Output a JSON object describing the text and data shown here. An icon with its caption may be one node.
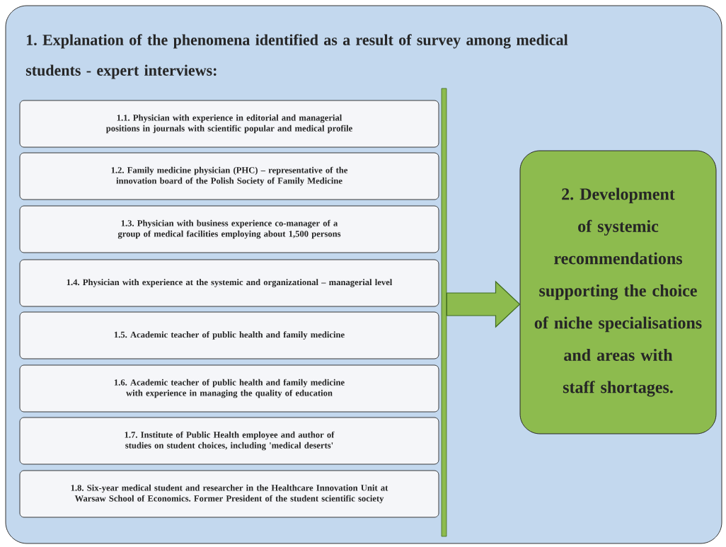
{
  "diagram": {
    "nodes": [
      {
        "text": [
          "1. Explanation of the phenomena identified as a result of survey among medical students - expert interviews:"
        ]
      },
      {
        "text": [
          "1.1. Physician with experience in editorial and managerial positions in journals with scientific popular and medical profile"
        ],
        "in": 0
      },
      {
        "text": [
          "1.2.  Family medicine physician (PHC) – representative of the innovation board of the Polish Society of Family Medicine"
        ],
        "in": 0
      },
      {
        "text": [
          "1.3. Physician with business experience co-manager of a group of medical facilities employing about 1,500 persons"
        ],
        "in": 0
      },
      {
        "text": [
          "1.4. Physician with experience at the systemic and organizational – managerial level"
        ],
        "in": 0
      },
      {
        "text": [
          "1.5. Academic teacher of public health and family medicine"
        ],
        "in": 0
      },
      {
        "text": [
          "1.6. Academic teacher of public health and family medicine with experience in managing the quality of education"
        ],
        "in": 0
      },
      {
        "text": [
          "1.7. Institute of Public Health employee and author of studies on student choices, including 'medical deserts'"
        ],
        "in": 0
      },
      {
        "text": [
          "1.8. Six-year medical student and researcher in the Healthcare Innovation Unit at Warsaw School of Economics. Former President of the student scientific society"
        ],
        "in": 0
      },
      {
        "text": [],
        "shape": "bar",
        "in": 0
      },
      {
        "text": [
          "2. Development of systemic recommendations supporting the choice of niche specialisations and areas with staff shortages."
        ],
        "in": 0
      }
    ],
    "edges": [
      {
        "from": 9,
        "to": 10,
        "arrow": "to"
      }
    ]
  }
}
